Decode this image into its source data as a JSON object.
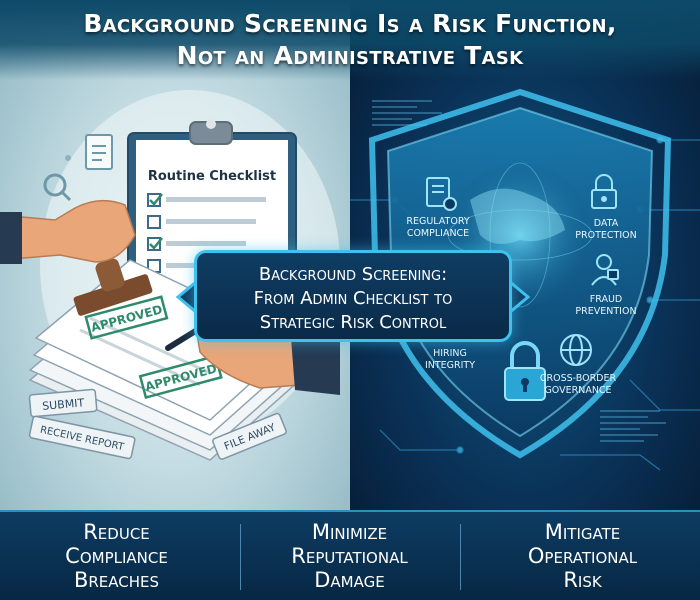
{
  "title": {
    "line1": "Background Screening Is a Risk Function,",
    "line2": "Not an Administrative Task"
  },
  "left_panel": {
    "checklist_title": "Routine Checklist",
    "stamps": [
      "APPROVED",
      "APPROVED"
    ],
    "tags": [
      "SUBMIT",
      "RECEIVE REPORT",
      "FILE AWAY"
    ]
  },
  "callout": {
    "line1": "Background Screening:",
    "line2": "From Admin Checklist to",
    "line3": "Strategic Risk Control"
  },
  "shield": {
    "labels": {
      "regulatory_1": "REGULATORY",
      "regulatory_2": "COMPLIANCE",
      "data_1": "DATA",
      "data_2": "PROTECTION",
      "fraud_1": "FRAUD",
      "fraud_2": "PREVENTION",
      "hiring_1": "HIRING",
      "hiring_2": "INTEGRITY",
      "crossborder_1": "CROSS-BORDER",
      "crossborder_2": "GOVERNANCE"
    }
  },
  "benefits": [
    {
      "line1": "Reduce",
      "line2": "Compliance",
      "line3": "Breaches"
    },
    {
      "line1": "Minimize",
      "line2": "Reputational",
      "line3": "Damage"
    },
    {
      "line1": "Mitigate",
      "line2": "Operational",
      "line3": "Risk"
    }
  ],
  "colors": {
    "left_bg": "#c6dde4",
    "right_bg": "#0a3258",
    "accent_cyan": "#3fc1ee",
    "stamp_green": "#2e8b6a",
    "bottom_bar": "#0d3c63"
  },
  "icons": [
    "magnifier-icon",
    "document-icon",
    "clipboard-icon",
    "stamp-icon",
    "pen-icon",
    "shield-icon",
    "globe-icon",
    "lock-icon",
    "regulatory-doc-icon",
    "data-lock-icon",
    "fraud-person-icon"
  ]
}
